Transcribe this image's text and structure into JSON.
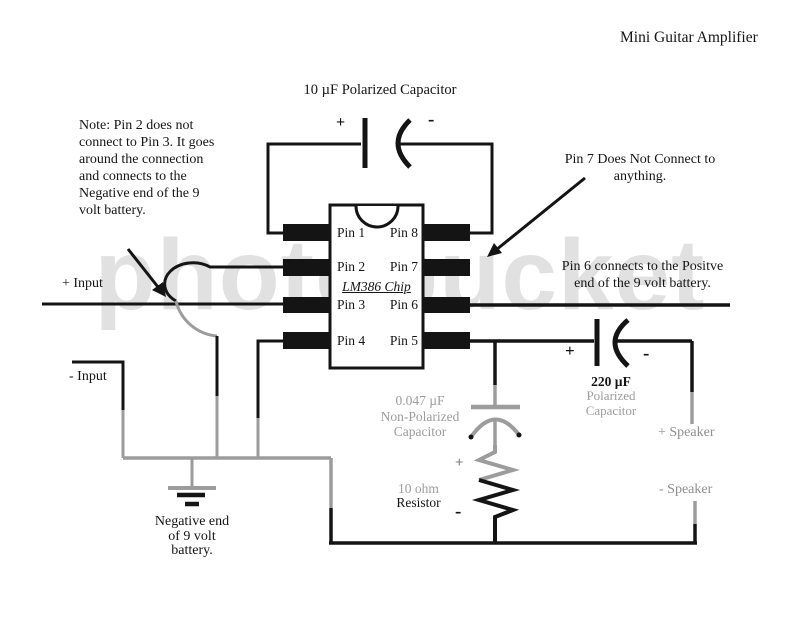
{
  "title": "Mini Guitar Amplifier",
  "watermark": "photobucket",
  "labels": {
    "top_capacitor": "10 µF Polarized Capacitor",
    "note": "Note: Pin 2 does not connect to Pin 3. It goes around the connection and connects to the Negative end of the 9 volt battery.",
    "pin7_note": "Pin 7 Does Not Connect to\nanything.",
    "pin6_note": "Pin 6 connects to the Positve\nend of the 9 volt battery.",
    "input_pos": "+ Input",
    "input_neg": "- Input",
    "cap047": "0.047 µF\nNon-Polarized\nCapacitor",
    "resistor_value": "10 ohm",
    "resistor_word": "Resistor",
    "cap220_value": "220 µF",
    "cap220_rest": "Polarized\nCapacitor",
    "speaker_pos": "+ Speaker",
    "speaker_neg": "- Speaker",
    "ground": "Negative end\nof 9 volt\nbattery.",
    "plus": "+",
    "minus": "-"
  },
  "chip": {
    "name": "LM386 Chip",
    "pins_left": [
      "Pin 1",
      "Pin 2",
      "Pin 3",
      "Pin 4"
    ],
    "pins_right": [
      "Pin 8",
      "Pin 7",
      "Pin 6",
      "Pin 5"
    ]
  },
  "colors": {
    "wire": "#141414",
    "faded_wire": "#9c9c9c",
    "watermark": "#c9c9c9"
  }
}
